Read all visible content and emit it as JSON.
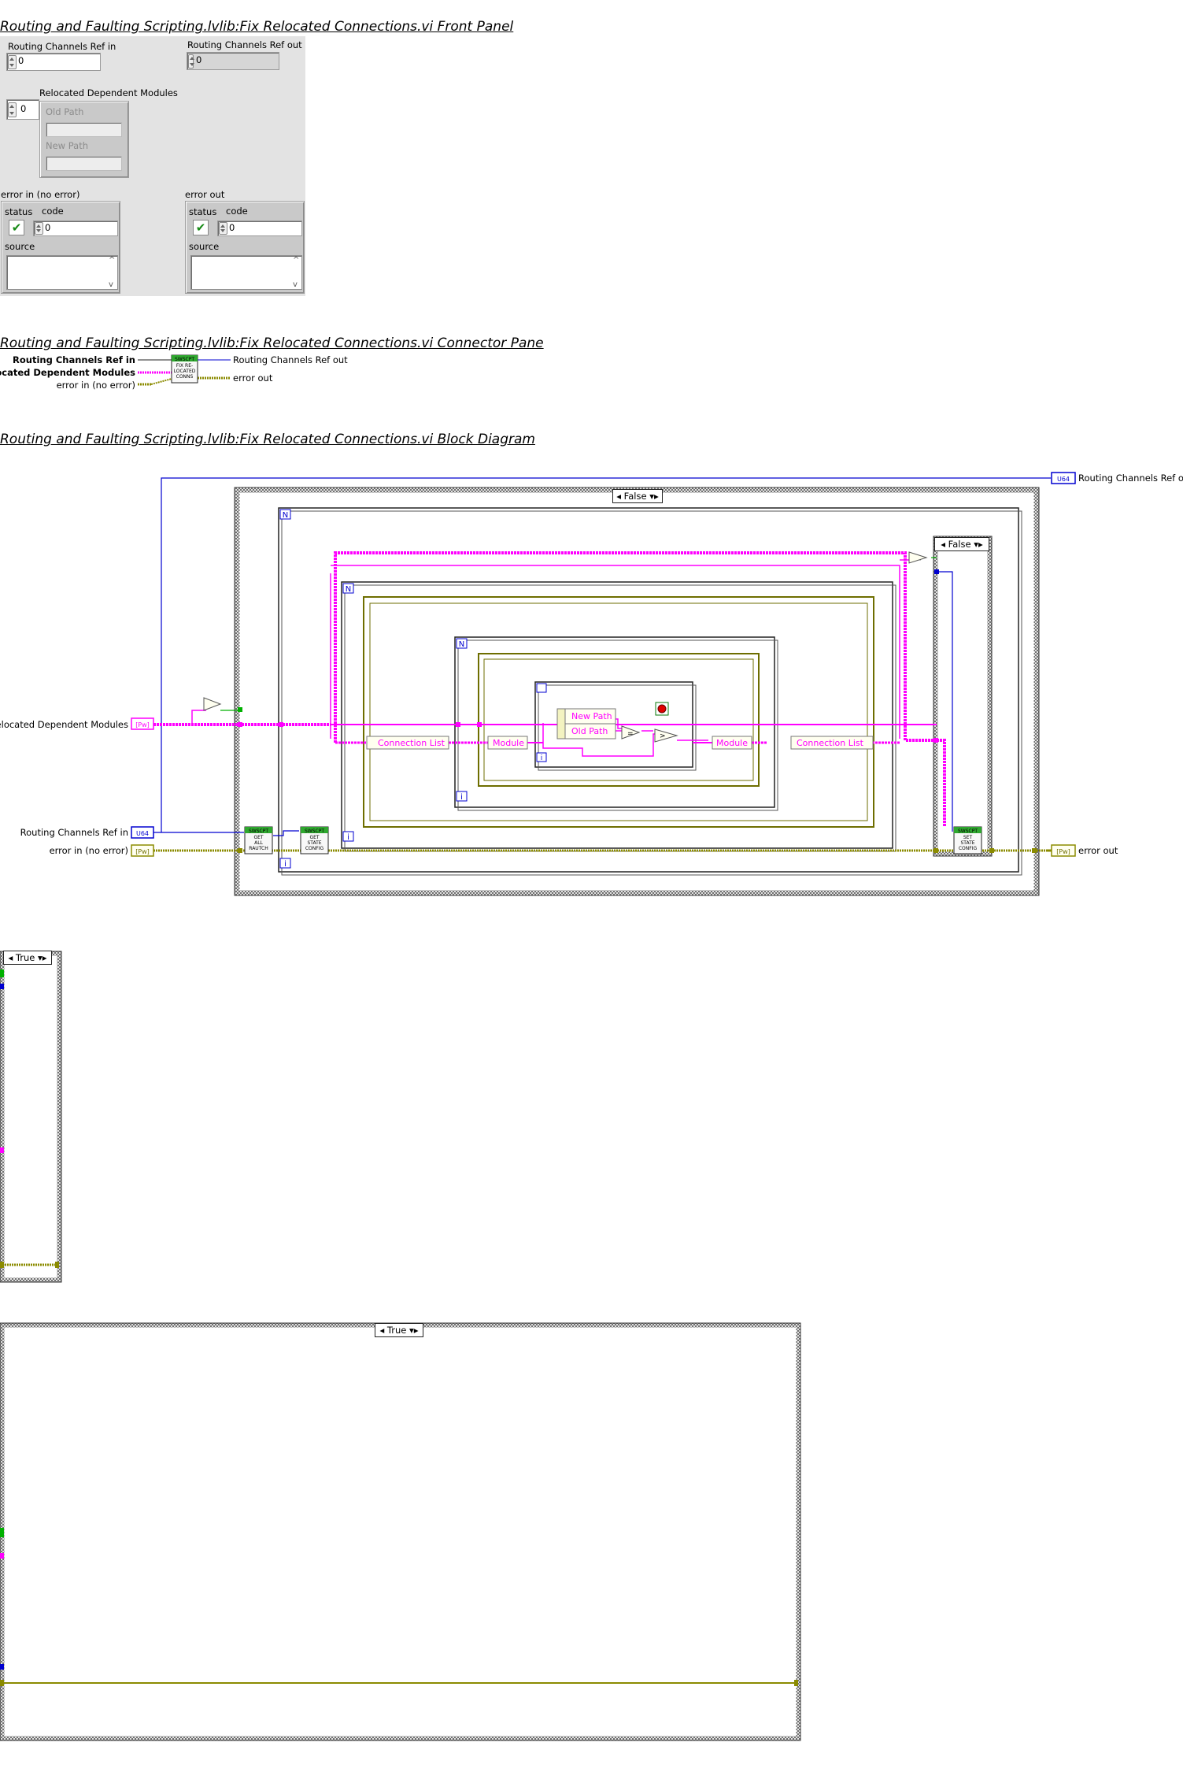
{
  "headings": {
    "front_panel": "Routing and Faulting Scripting.lvlib:Fix Relocated Connections.vi Front Panel",
    "connector_pane": "Routing and Faulting Scripting.lvlib:Fix Relocated Connections.vi Connector Pane",
    "block_diagram": "Routing and Faulting Scripting.lvlib:Fix Relocated Connections.vi Block Diagram"
  },
  "front_panel": {
    "routing_in_label": "Routing Channels Ref in",
    "routing_in_value": "0",
    "routing_out_label": "Routing Channels Ref out",
    "routing_out_value": "0",
    "relocated_label": "Relocated Dependent Modules",
    "relocated_index": "0",
    "old_path_label": "Old Path",
    "new_path_label": "New Path",
    "error_in": {
      "label": "error in (no error)",
      "status_label": "status",
      "code_label": "code",
      "code_value": "0",
      "source_label": "source",
      "status_mark": "✔"
    },
    "error_out": {
      "label": "error out",
      "status_label": "status",
      "code_label": "code",
      "code_value": "0",
      "source_label": "source",
      "status_mark": "✔"
    }
  },
  "connector_pane": {
    "inputs": [
      "Routing Channels Ref in",
      "Relocated Dependent Modules",
      "error in (no error)"
    ],
    "outputs": [
      "Routing Channels Ref out",
      "error out"
    ],
    "icon_lines": [
      "SWSCPT",
      "FIX RE-",
      "LOCATED",
      "CONNS"
    ]
  },
  "block_diagram": {
    "labels": {
      "routing_out": "Routing Channels Ref out",
      "relocated": "Relocated Dependent Modules",
      "routing_in": "Routing Channels Ref in",
      "error_in": "error in (no error)",
      "error_out": "error out"
    },
    "outer_case_selector": "False",
    "inner_case_selector": "False",
    "loop_count": "N",
    "loop_index": "i",
    "unbundle_fields": [
      "New Path",
      "Old Path"
    ],
    "bundle_labels": {
      "connection_list_in": "Connection List",
      "module_in": "Module",
      "module_out": "Module",
      "connection_list_out": "Connection List"
    },
    "subvis": [
      {
        "lines": [
          "SWSCPT",
          "GET",
          "ALL",
          "RAUTCH"
        ]
      },
      {
        "lines": [
          "SWSCPT",
          "GET",
          "STATE",
          "CONFIG"
        ]
      },
      {
        "lines": [
          "SWSCPT",
          "SET",
          "STATE",
          "CONFIG"
        ]
      }
    ],
    "terminal_tags": {
      "dbl": "[Pw]",
      "u64": "U64",
      "cluster": "[Pw]"
    }
  },
  "true_cases": [
    {
      "selector": "True"
    },
    {
      "selector": "True"
    }
  ],
  "colors": {
    "pink_wire": "#ff00ff",
    "blue_wire": "#0000d0",
    "error_wire": "#8b8b00",
    "green_wire": "#00b000"
  }
}
